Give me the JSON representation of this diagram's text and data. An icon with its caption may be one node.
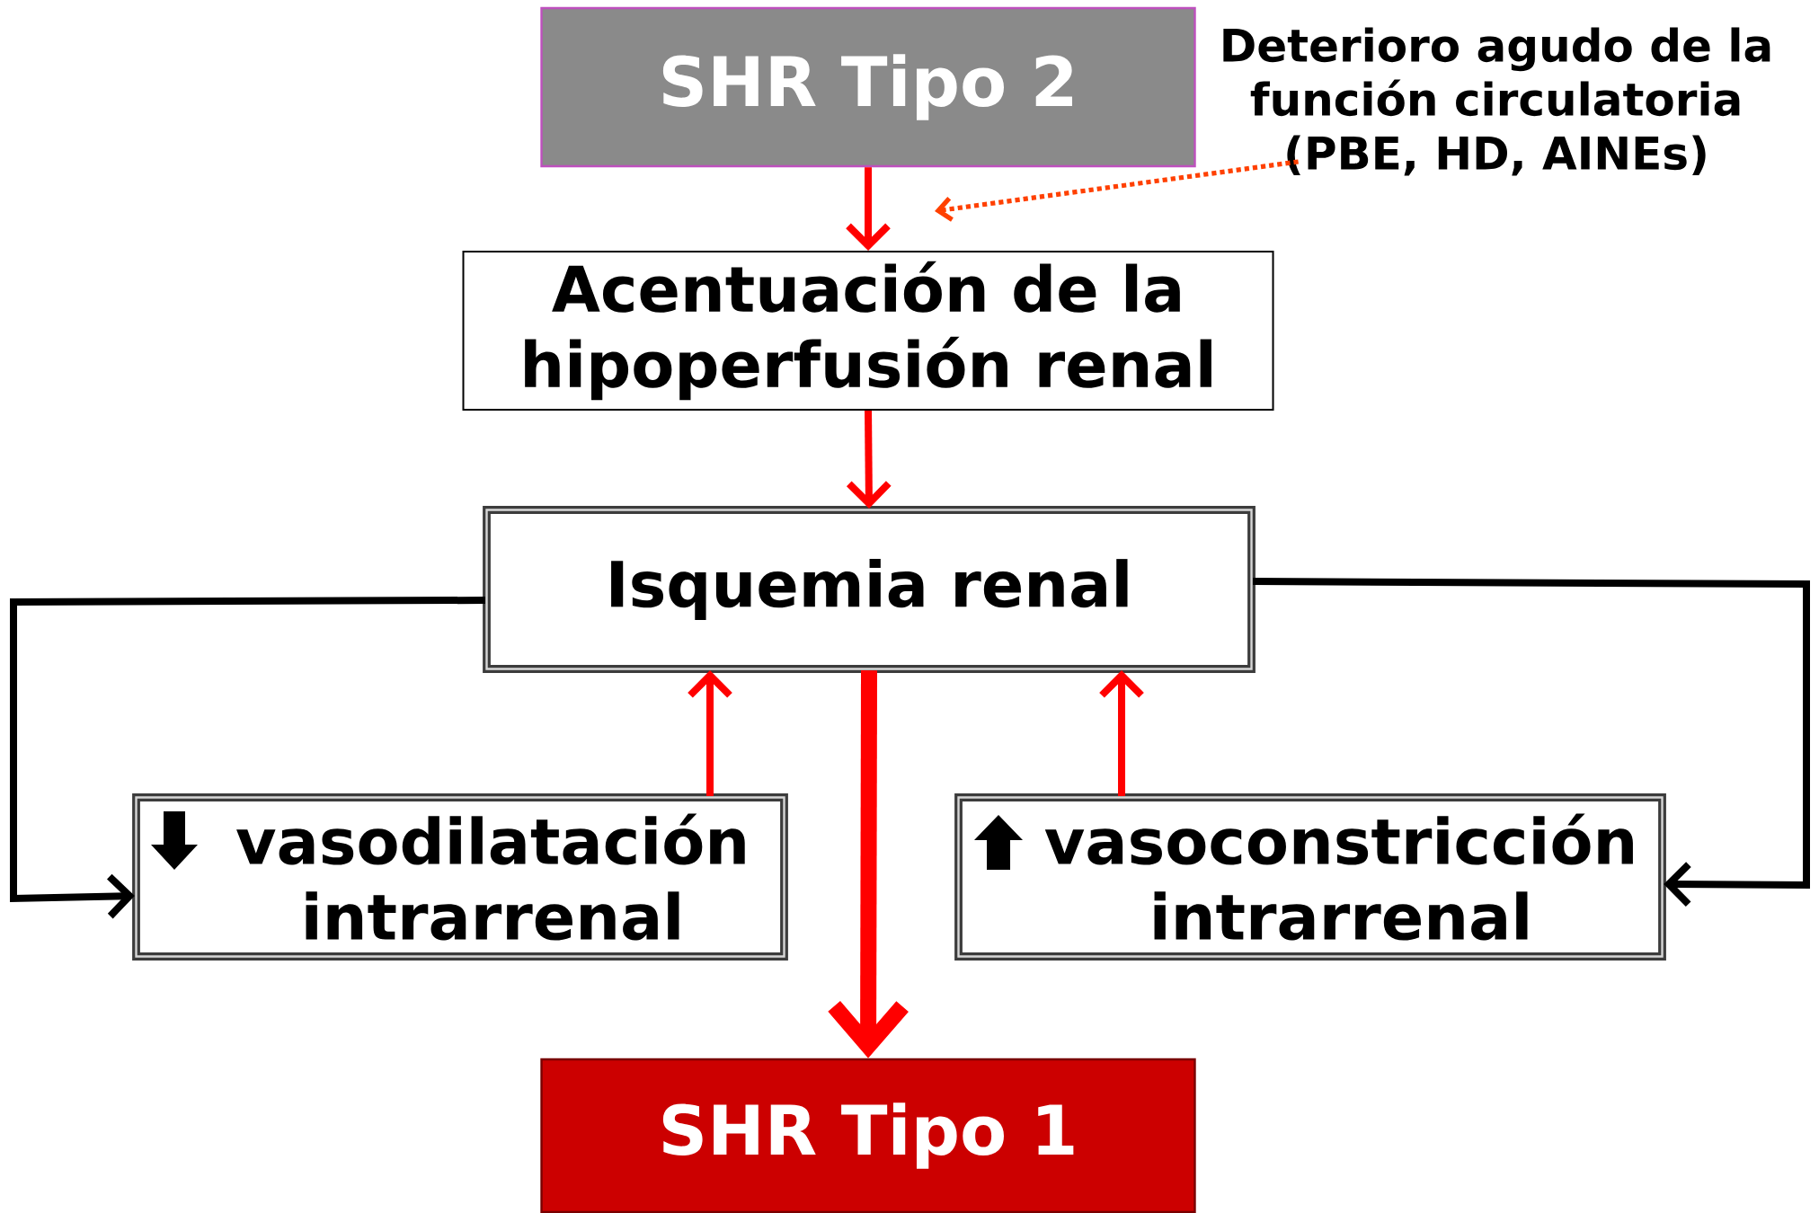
{
  "diagram": {
    "nodes": [
      {
        "text": [
          "SHR Tipo 2"
        ]
      },
      {
        "text": [
          "Deterioro agudo de la función circulatoria (PBE, HD, AINEs)"
        ]
      },
      {
        "text": [
          "Acentuación de la hipoperfusión renal"
        ]
      },
      {
        "text": [
          "Isquemia renal"
        ]
      },
      {
        "text": [
          "vasodilatación intrarrenal"
        ]
      },
      {
        "text": [
          "vasoconstricción intrarrenal"
        ]
      },
      {
        "text": [
          "SHR Tipo 1"
        ]
      }
    ],
    "edges": [
      {
        "from": 0,
        "to": 2,
        "arrow": "to"
      },
      {
        "from": 1,
        "to": null,
        "arrow": "to",
        "style": "dashed",
        "color": "#ff4000"
      },
      {
        "from": 2,
        "to": 3,
        "arrow": "to"
      },
      {
        "from": 4,
        "to": 3,
        "arrow": "to"
      },
      {
        "from": 5,
        "to": 3,
        "arrow": "to"
      },
      {
        "from": 3,
        "to": 6,
        "arrow": "to",
        "style": "thick"
      },
      {
        "from": 3,
        "to": 4,
        "arrow": "to",
        "color": "#000000"
      },
      {
        "from": 3,
        "to": 5,
        "arrow": "to",
        "color": "#000000"
      }
    ]
  }
}
